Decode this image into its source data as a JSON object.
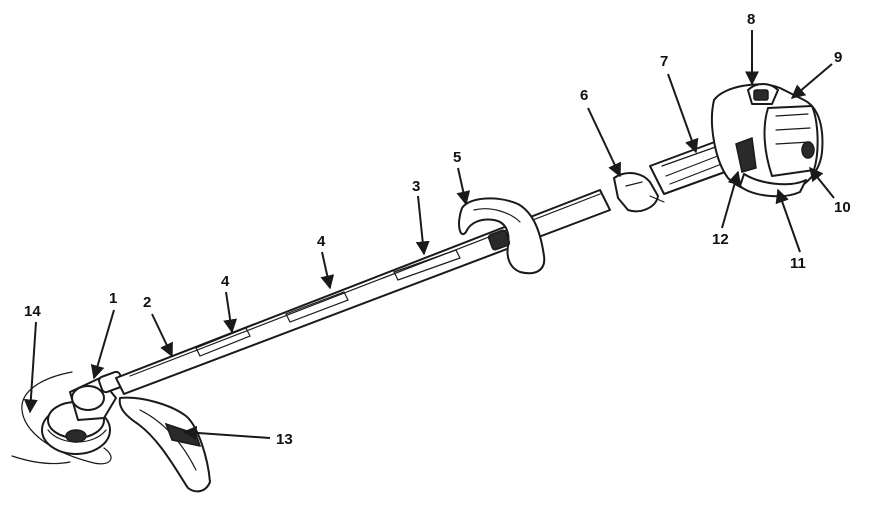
{
  "callouts": {
    "c1": "1",
    "c2": "2",
    "c3": "3",
    "c4a": "4",
    "c4b": "4",
    "c5": "5",
    "c6": "6",
    "c7": "7",
    "c8": "8",
    "c9": "9",
    "c10": "10",
    "c11": "11",
    "c12": "12",
    "c13": "13",
    "c14": "14"
  },
  "colors": {
    "ink": "#1a1a1a",
    "background": "#ffffff"
  }
}
